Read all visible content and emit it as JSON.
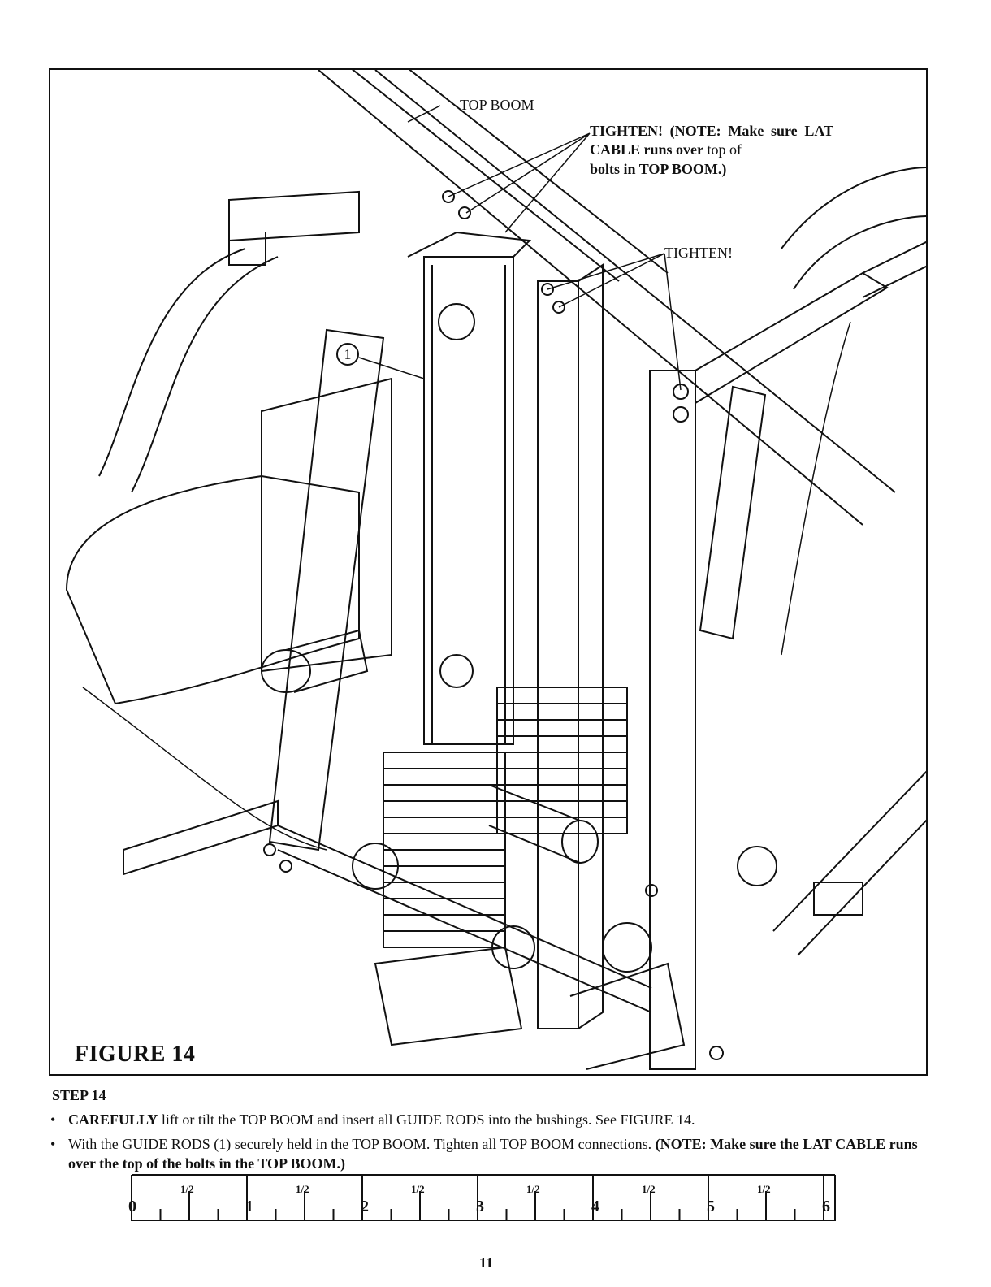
{
  "figure": {
    "label": "FIGURE 14",
    "callouts": {
      "top_boom": "TOP BOOM",
      "tighten_note_bold": "TIGHTEN! (NOTE: Make sure LAT CABLE runs over",
      "tighten_note_plain": " top of",
      "tighten_note_end": "bolts in TOP BOOM.)",
      "tighten": "TIGHTEN!",
      "part_number": "1"
    }
  },
  "step": {
    "title": "STEP 14",
    "bullets": [
      {
        "bold_lead": "CAREFULLY",
        "text": " lift or tilt the TOP BOOM and insert all GUIDE RODS into the bushings. See FIGURE 14."
      },
      {
        "text": "With the GUIDE RODS (1) securely held in the TOP BOOM. Tighten all TOP BOOM connections. ",
        "bold_tail": "(NOTE: Make sure the LAT CABLE runs over the top of the bolts in the TOP BOOM.)"
      }
    ]
  },
  "ruler": {
    "numbers": [
      "0",
      "1",
      "2",
      "3",
      "4",
      "5",
      "6"
    ],
    "half_label": "1/2"
  },
  "page_number": "11"
}
